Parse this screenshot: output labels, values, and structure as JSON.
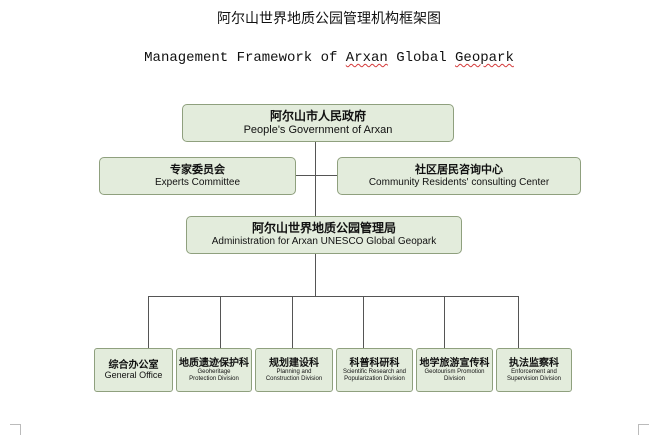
{
  "title_cn": "阿尔山世界地质公园管理机构框架图",
  "title_en_before": "Management Framework of ",
  "title_en_underlined": "Arxan",
  "title_en_middle": " Global ",
  "title_en_underlined2": "Geopark",
  "government": {
    "cn": "阿尔山市人民政府",
    "en": "People's Government of Arxan"
  },
  "experts": {
    "cn": "专家委员会",
    "en": "Experts Committee"
  },
  "community": {
    "cn": "社区居民咨询中心",
    "en": "Community Residents' consulting Center"
  },
  "administration": {
    "cn": "阿尔山世界地质公园管理局",
    "en": "Administration for Arxan UNESCO Global Geopark"
  },
  "divisions": [
    {
      "cn": "综合办公室",
      "en": "General Office"
    },
    {
      "cn": "地质遗迹保护科",
      "en1": "Geoheritage",
      "en2": "Protection Division"
    },
    {
      "cn": "规划建设科",
      "en1": "Planning and",
      "en2": "Construction Division"
    },
    {
      "cn": "科普科研科",
      "en1": "Scientific Research and",
      "en2": "Popularization Division"
    },
    {
      "cn": "地学旅游宣传科",
      "en1": "Geotourism Promotion",
      "en2": "Division"
    },
    {
      "cn": "执法监察科",
      "en1": "Enforcement and",
      "en2": "Supervision Division"
    }
  ],
  "colors": {
    "box_fill": "#e3ecdc",
    "box_border": "#8fa07e",
    "line": "#555555"
  }
}
